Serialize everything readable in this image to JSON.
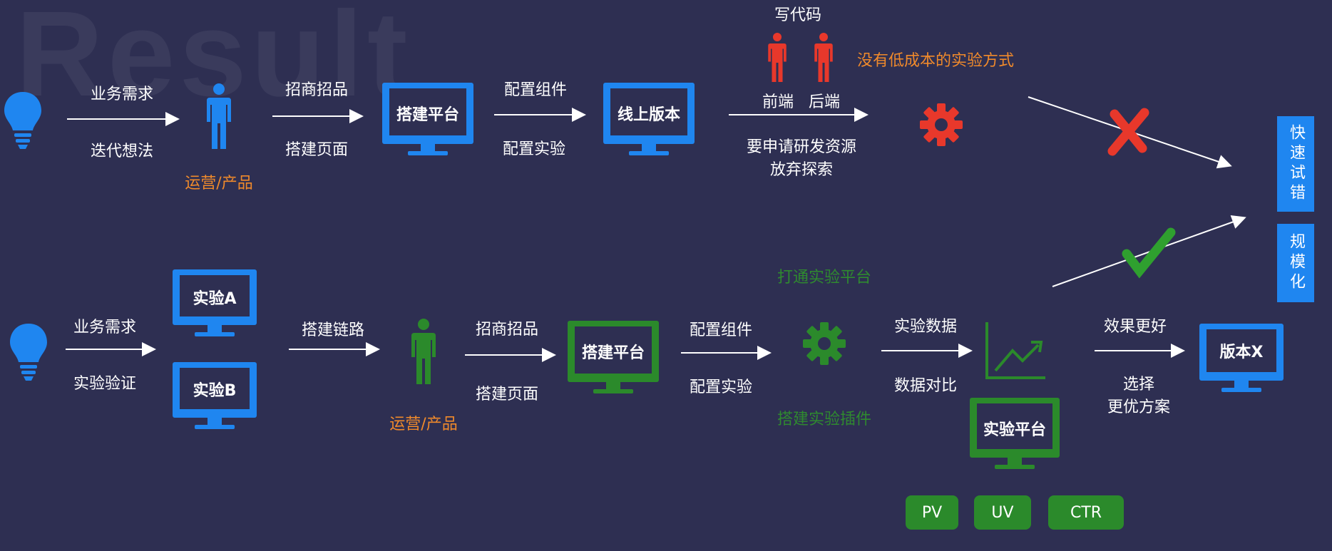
{
  "watermark": "Result",
  "colors": {
    "background": "#2e2f52",
    "blue": "#1f86f0",
    "green": "#2b8a2b",
    "orange": "#f08a2b",
    "red": "#e8382b"
  },
  "top_flow": {
    "biz_need": "业务需求",
    "iterate_idea": "迭代想法",
    "ops_product": "运营/产品",
    "merchant": "招商招品",
    "build_page": "搭建页面",
    "build_platform": "搭建平台",
    "config_component": "配置组件",
    "config_experiment": "配置实验",
    "online_version": "线上版本",
    "write_code": "写代码",
    "frontend": "前端",
    "backend": "后端",
    "no_low_cost": "没有低成本的实验方式",
    "apply_resources": "要申请研发资源",
    "give_up": "放弃探索"
  },
  "bottom_flow": {
    "biz_need": "业务需求",
    "verify": "实验验证",
    "exp_a": "实验A",
    "exp_b": "实验B",
    "build_link": "搭建链路",
    "ops_product": "运营/产品",
    "merchant": "招商招品",
    "build_page": "搭建页面",
    "build_platform": "搭建平台",
    "config_component": "配置组件",
    "config_experiment": "配置实验",
    "connect_platform": "打通实验平台",
    "build_plugin": "搭建实验插件",
    "exp_data": "实验数据",
    "data_compare": "数据对比",
    "exp_platform": "实验平台",
    "better_effect": "效果更好",
    "choose": "选择",
    "better_plan": "更优方案",
    "version_x": "版本X"
  },
  "metrics": [
    "PV",
    "UV",
    "CTR"
  ],
  "side": {
    "fast_trial": "快速试错",
    "scale": "规模化"
  },
  "icons": [
    "lightbulb-icon",
    "person-icon",
    "monitor-icon",
    "gear-icon",
    "chart-icon",
    "cross-icon",
    "check-icon"
  ]
}
